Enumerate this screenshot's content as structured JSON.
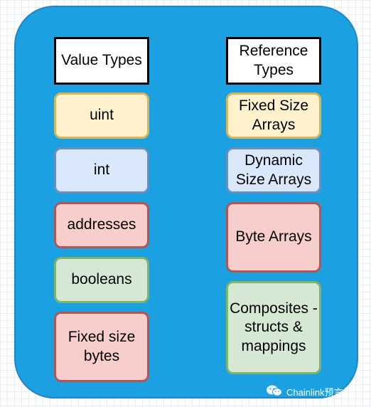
{
  "columns": {
    "value_types": {
      "header": "Value Types",
      "items": [
        "uint",
        "int",
        "addresses",
        "booleans",
        "Fixed size\nbytes"
      ]
    },
    "reference_types": {
      "header": "Reference\nTypes",
      "items": [
        "Fixed Size\nArrays",
        "Dynamic\nSize Arrays",
        "Byte Arrays",
        "Composites -\nstructs &\nmappings"
      ]
    }
  },
  "watermark": {
    "text": "Chainlink预言机",
    "icon": "wechat-icon"
  },
  "colors": {
    "container_fill": "#1ba1e2",
    "yellow_fill": "#fff2cc",
    "blue_fill": "#dae8fc",
    "red_fill": "#f8cecc",
    "green_fill": "#d5e8d4"
  }
}
